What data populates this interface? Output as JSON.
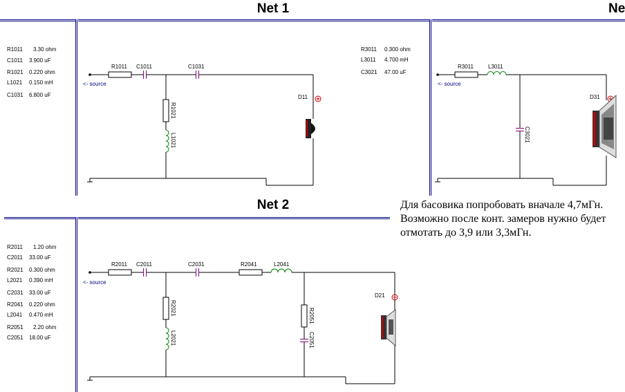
{
  "net1": {
    "title": "Net 1",
    "parts": [
      {
        "ref": "R1011",
        "value": "3.30 ohm"
      },
      {
        "ref": "C1011",
        "value": "3.900 uF"
      },
      {
        "ref": "R1021",
        "value": "0.220 ohm"
      },
      {
        "ref": "L1021",
        "value": "0.150 mH"
      },
      {
        "ref": "C1031",
        "value": "6.800 uF"
      }
    ],
    "source_label": "<- source",
    "driver_label": "D11"
  },
  "net2": {
    "title": "Net 2",
    "parts": [
      {
        "ref": "R2011",
        "value": "1.20 ohm"
      },
      {
        "ref": "C2011",
        "value": "33.00 uF"
      },
      {
        "ref": "R2021",
        "value": "0.300 ohm"
      },
      {
        "ref": "L2021",
        "value": "0.390 mH"
      },
      {
        "ref": "C2031",
        "value": "33.00 uF"
      },
      {
        "ref": "R2041",
        "value": "0.220 ohm"
      },
      {
        "ref": "L2041",
        "value": "0.470 mH"
      },
      {
        "ref": "R2051",
        "value": "2.20 ohm"
      },
      {
        "ref": "C2051",
        "value": "18.00 uF"
      }
    ],
    "source_label": "<- source",
    "driver_label": "D21"
  },
  "net3": {
    "title_partial": "Ne",
    "parts": [
      {
        "ref": "R3011",
        "value": "0.300 ohm"
      },
      {
        "ref": "L3011",
        "value": "4.700 mH"
      },
      {
        "ref": "C3021",
        "value": "47.00 uF"
      }
    ],
    "source_label": "<- source",
    "driver_label": "D31"
  },
  "note_text": "Для басовика попробовать вначале 4,7мГн. Возможно после конт. замеров нужно будет отмотать до 3,9 или 3,3мГн.",
  "colors": {
    "frame": "#000080",
    "capacitor": "#800080",
    "inductor": "#008000",
    "source_label": "#000080",
    "plus_mark": "#cc0000"
  },
  "icons": [
    "ground-icon",
    "tweeter-icon",
    "midrange-icon",
    "woofer-icon",
    "plus-icon"
  ]
}
